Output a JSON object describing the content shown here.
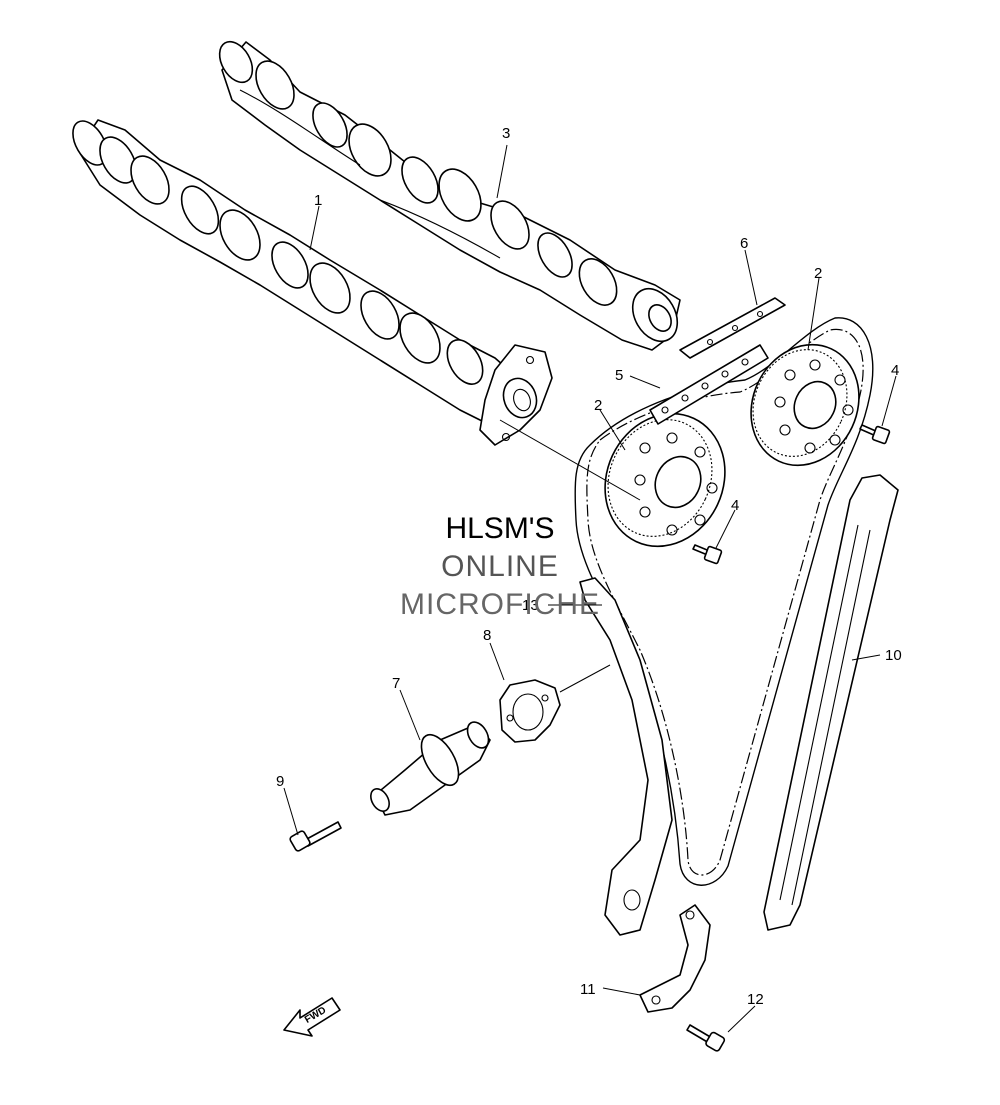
{
  "watermark": {
    "line1": "HLSM'S",
    "line2": "ONLINE",
    "line3": "MICROFICHE"
  },
  "fwd_label": "FWD",
  "callouts": [
    {
      "id": "1",
      "text": "1"
    },
    {
      "id": "2a",
      "text": "2"
    },
    {
      "id": "2b",
      "text": "2"
    },
    {
      "id": "3",
      "text": "3"
    },
    {
      "id": "4a",
      "text": "4"
    },
    {
      "id": "4b",
      "text": "4"
    },
    {
      "id": "5",
      "text": "5"
    },
    {
      "id": "6",
      "text": "6"
    },
    {
      "id": "7",
      "text": "7"
    },
    {
      "id": "8",
      "text": "8"
    },
    {
      "id": "9",
      "text": "9"
    },
    {
      "id": "10",
      "text": "10"
    },
    {
      "id": "11",
      "text": "11"
    },
    {
      "id": "12",
      "text": "12"
    },
    {
      "id": "13",
      "text": "13"
    }
  ]
}
